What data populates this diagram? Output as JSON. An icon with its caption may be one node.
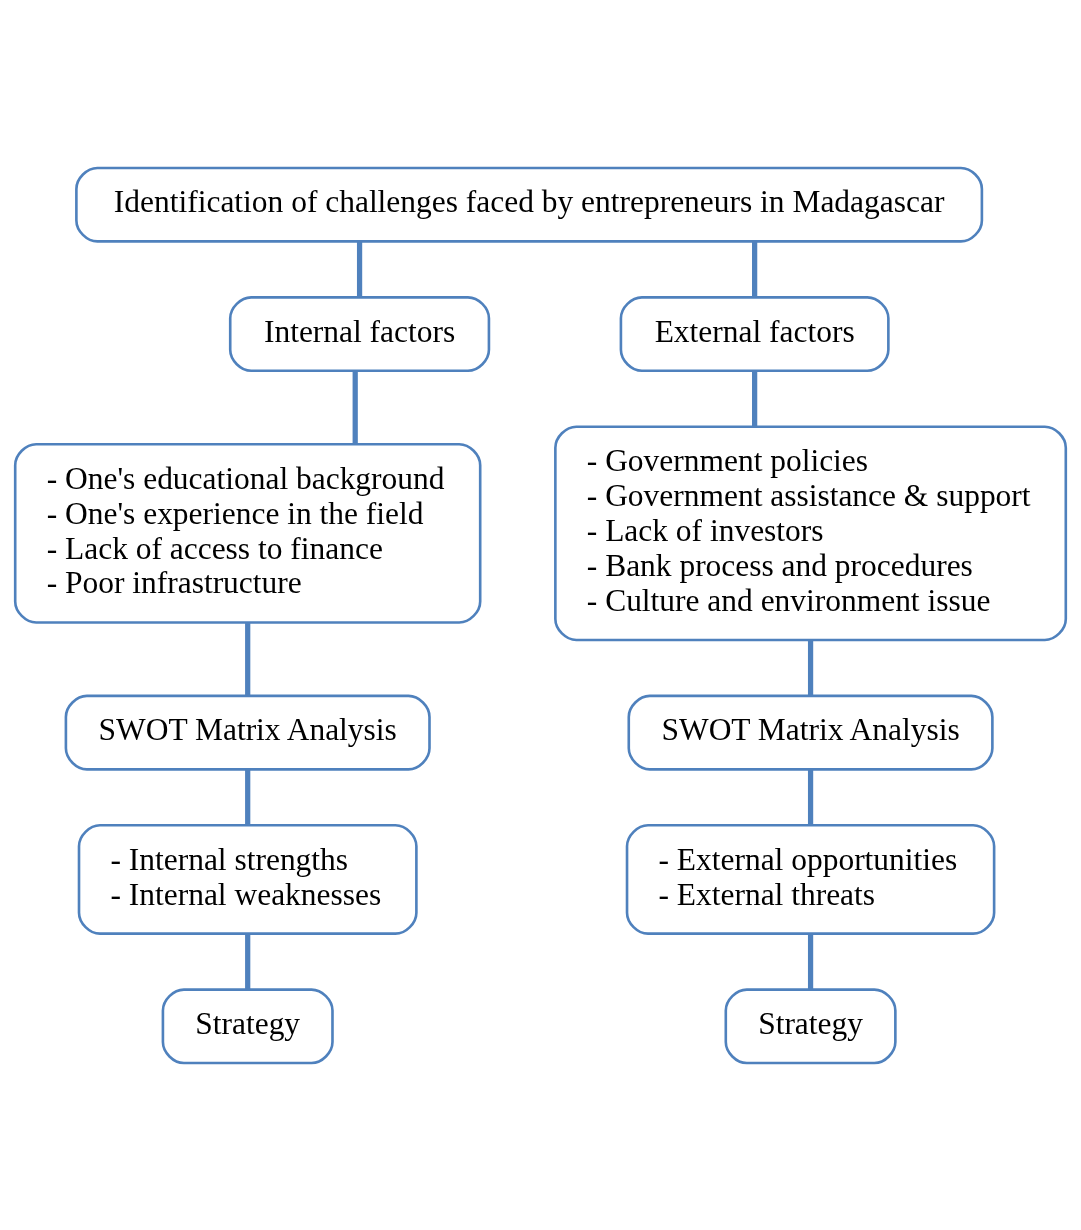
{
  "diagram": {
    "nodes": [
      {
        "text": [
          "Identification of challenges faced by entrepreneurs in Madagascar"
        ]
      },
      {
        "text": [
          "Internal factors"
        ]
      },
      {
        "text": [
          "External factors"
        ]
      },
      {
        "text": [
          "- One's educational background",
          "- One's experience in the field",
          "- Lack of access to finance",
          "- Poor infrastructure"
        ]
      },
      {
        "text": [
          "- Government policies",
          "- Government assistance & support",
          "- Lack of investors",
          "- Bank process and procedures",
          "- Culture and environment issue"
        ]
      },
      {
        "text": [
          "SWOT Matrix Analysis"
        ]
      },
      {
        "text": [
          "SWOT Matrix Analysis"
        ]
      },
      {
        "text": [
          "- Internal strengths",
          "- Internal weaknesses"
        ]
      },
      {
        "text": [
          "- External opportunities",
          "- External threats"
        ]
      },
      {
        "text": [
          "Strategy"
        ]
      },
      {
        "text": [
          "Strategy"
        ]
      }
    ],
    "edges": [
      {
        "from": 0,
        "to": 1,
        "arrow": "none"
      },
      {
        "from": 0,
        "to": 2,
        "arrow": "none"
      },
      {
        "from": 1,
        "to": 3,
        "arrow": "none"
      },
      {
        "from": 2,
        "to": 4,
        "arrow": "none"
      },
      {
        "from": 3,
        "to": 5,
        "arrow": "none"
      },
      {
        "from": 4,
        "to": 6,
        "arrow": "none"
      },
      {
        "from": 5,
        "to": 7,
        "arrow": "none"
      },
      {
        "from": 6,
        "to": 8,
        "arrow": "none"
      },
      {
        "from": 7,
        "to": 9,
        "arrow": "none"
      },
      {
        "from": 8,
        "to": 10,
        "arrow": "none"
      }
    ]
  }
}
